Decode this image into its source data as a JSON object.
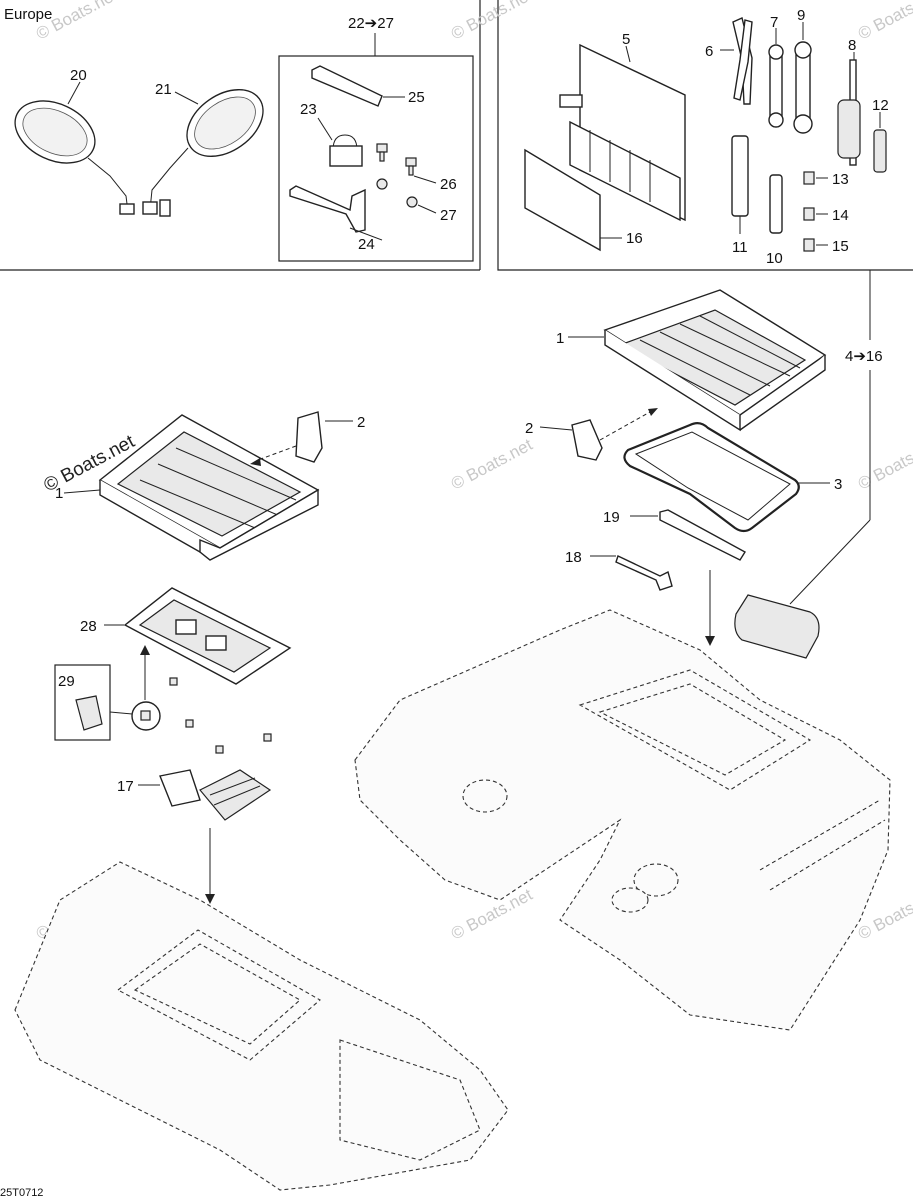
{
  "region_label": "Europe",
  "group_labels": {
    "kit_22_27": "22➔27",
    "kit_4_16": "4➔16"
  },
  "parts": {
    "p1a": "1",
    "p1b": "1",
    "p2a": "2",
    "p2b": "2",
    "p3": "3",
    "p5": "5",
    "p6": "6",
    "p7": "7",
    "p8": "8",
    "p9": "9",
    "p10": "10",
    "p11": "11",
    "p12": "12",
    "p13": "13",
    "p14": "14",
    "p15": "15",
    "p16": "16",
    "p17": "17",
    "p18": "18",
    "p19": "19",
    "p20": "20",
    "p21": "21",
    "p23": "23",
    "p24": "24",
    "p25": "25",
    "p26": "26",
    "p27": "27",
    "p28": "28",
    "p29": "29"
  },
  "watermark": "© Boats.net",
  "drawing_code": "25T0712"
}
